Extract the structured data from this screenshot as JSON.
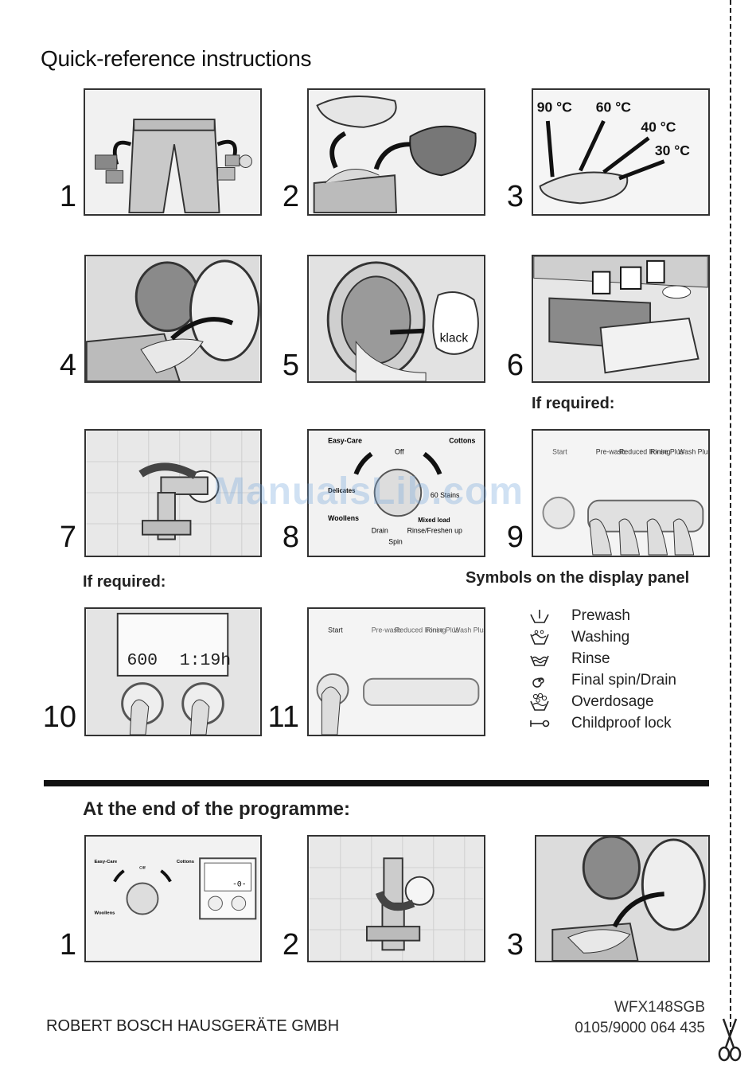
{
  "title": "Quick-reference instructions",
  "steps": [
    {
      "num": "1"
    },
    {
      "num": "2"
    },
    {
      "num": "3"
    },
    {
      "num": "4"
    },
    {
      "num": "5"
    },
    {
      "num": "6"
    },
    {
      "num": "7"
    },
    {
      "num": "8"
    },
    {
      "num": "9"
    },
    {
      "num": "10"
    },
    {
      "num": "11"
    }
  ],
  "step3_temps": [
    "90 °C",
    "60 °C",
    "40 °C",
    "30 °C"
  ],
  "step5_label": "klack",
  "if_required_label": "If required:",
  "dial": {
    "easy_care": "Easy-Care",
    "cottons": "Cottons",
    "off": "Off",
    "delicates": "Delicates",
    "woollens": "Woollens",
    "drain": "Drain",
    "spin": "Spin",
    "rinse": "Rinse/Freshen up",
    "stains": "60 Stains",
    "mixed": "Mixed load"
  },
  "buttons": {
    "start": "Start",
    "prewash": "Pre-wash",
    "reduced_ironing": "Reduced Ironing",
    "rinse_plus": "Rinse Plus",
    "wash_plus": "Wash Plus"
  },
  "display": {
    "speed": "600",
    "time": "1:19h"
  },
  "symbols_heading": "Symbols on the display panel",
  "symbols": [
    {
      "icon": "prewash-icon",
      "label": "Prewash"
    },
    {
      "icon": "washing-icon",
      "label": "Washing"
    },
    {
      "icon": "rinse-icon",
      "label": "Rinse"
    },
    {
      "icon": "spin-icon",
      "label": "Final spin/Drain"
    },
    {
      "icon": "overdosage-icon",
      "label": "Overdosage"
    },
    {
      "icon": "lock-icon",
      "label": "Childproof lock"
    }
  ],
  "end_heading": "At the end of the programme:",
  "end_steps": [
    {
      "num": "1"
    },
    {
      "num": "2"
    },
    {
      "num": "3"
    }
  ],
  "end_display": "-0-",
  "footer": {
    "company": "ROBERT BOSCH HAUSGERÄTE GMBH",
    "model": "WFX148SGB",
    "code": "0105/9000 064 435"
  },
  "watermark": "ManualsLib.com"
}
